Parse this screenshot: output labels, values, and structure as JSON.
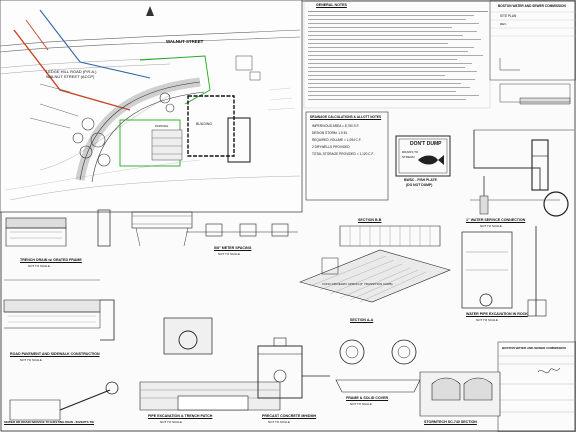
{
  "site_plan": {
    "street_top": "WALNUT STREET",
    "road_label": "LEDGE HILL ROAD (P.R.A.)",
    "road_label2": "WALNUT STREET (ACCP)",
    "building_label": "BUILDING",
    "parking_label": "PARKING"
  },
  "notes_header": "GENERAL NOTES",
  "stormwater_calc": {
    "title": "DRAINAGE CALCULATIONS & ALLOTT NOTES",
    "lines": [
      "IMPERVIOUS AREA = 8,750 S.F.",
      "DESIGN STORM: 1.5 IN.",
      "REQUIRED VOLUME = 1,094 C.F.",
      "2 DRYWELLS PROVIDED",
      "TOTAL STORAGE PROVIDED = 1,120 C.F."
    ]
  },
  "dont_dump": {
    "title": "DON'T DUMP",
    "sub1": "DRAINS TO",
    "sub2": "STREAM",
    "caption1": "BWSC - FISH PLATE",
    "caption2": "(DO NOT DUMP)"
  },
  "title_block": {
    "company": "BOSTON WATER AND SEWER COMMISSION",
    "sheet_title": "SITE PLAN",
    "rev": "REV."
  },
  "details": {
    "trench_drain": "TRENCH DRAIN w/ GRATED FRAME",
    "meter_spacing": "5/8\" METER SPACING",
    "water_service": "1\" WATER SERVICE CONNECTION",
    "section_bb": "SECTION B-B",
    "section_aa": "SECTION A-A",
    "road_pavement": "ROAD PAVEMENT AND SIDEWALK CONSTRUCTION",
    "sewer_drain": "SEWER OR DRAIN SERVICE TO EXISTING MAIN - INVERTS TIE",
    "pipe_excavation": "PIPE EXCAVATION & TRENCH PATCH",
    "precast_manhole": "PRECAST CONCRETE MH/DMH",
    "frame_cover": "FRAME & SOLID COVER",
    "stormtech": "STORMTECH SC-740 SECTION",
    "water_pipe_exc": "WATER PIPE EXCAVATION IN ROCK",
    "conc_driveway": "CONC DRIVEWAY APRON (6\" TRANSITION CURB)",
    "nts": "NOT TO SCALE"
  }
}
